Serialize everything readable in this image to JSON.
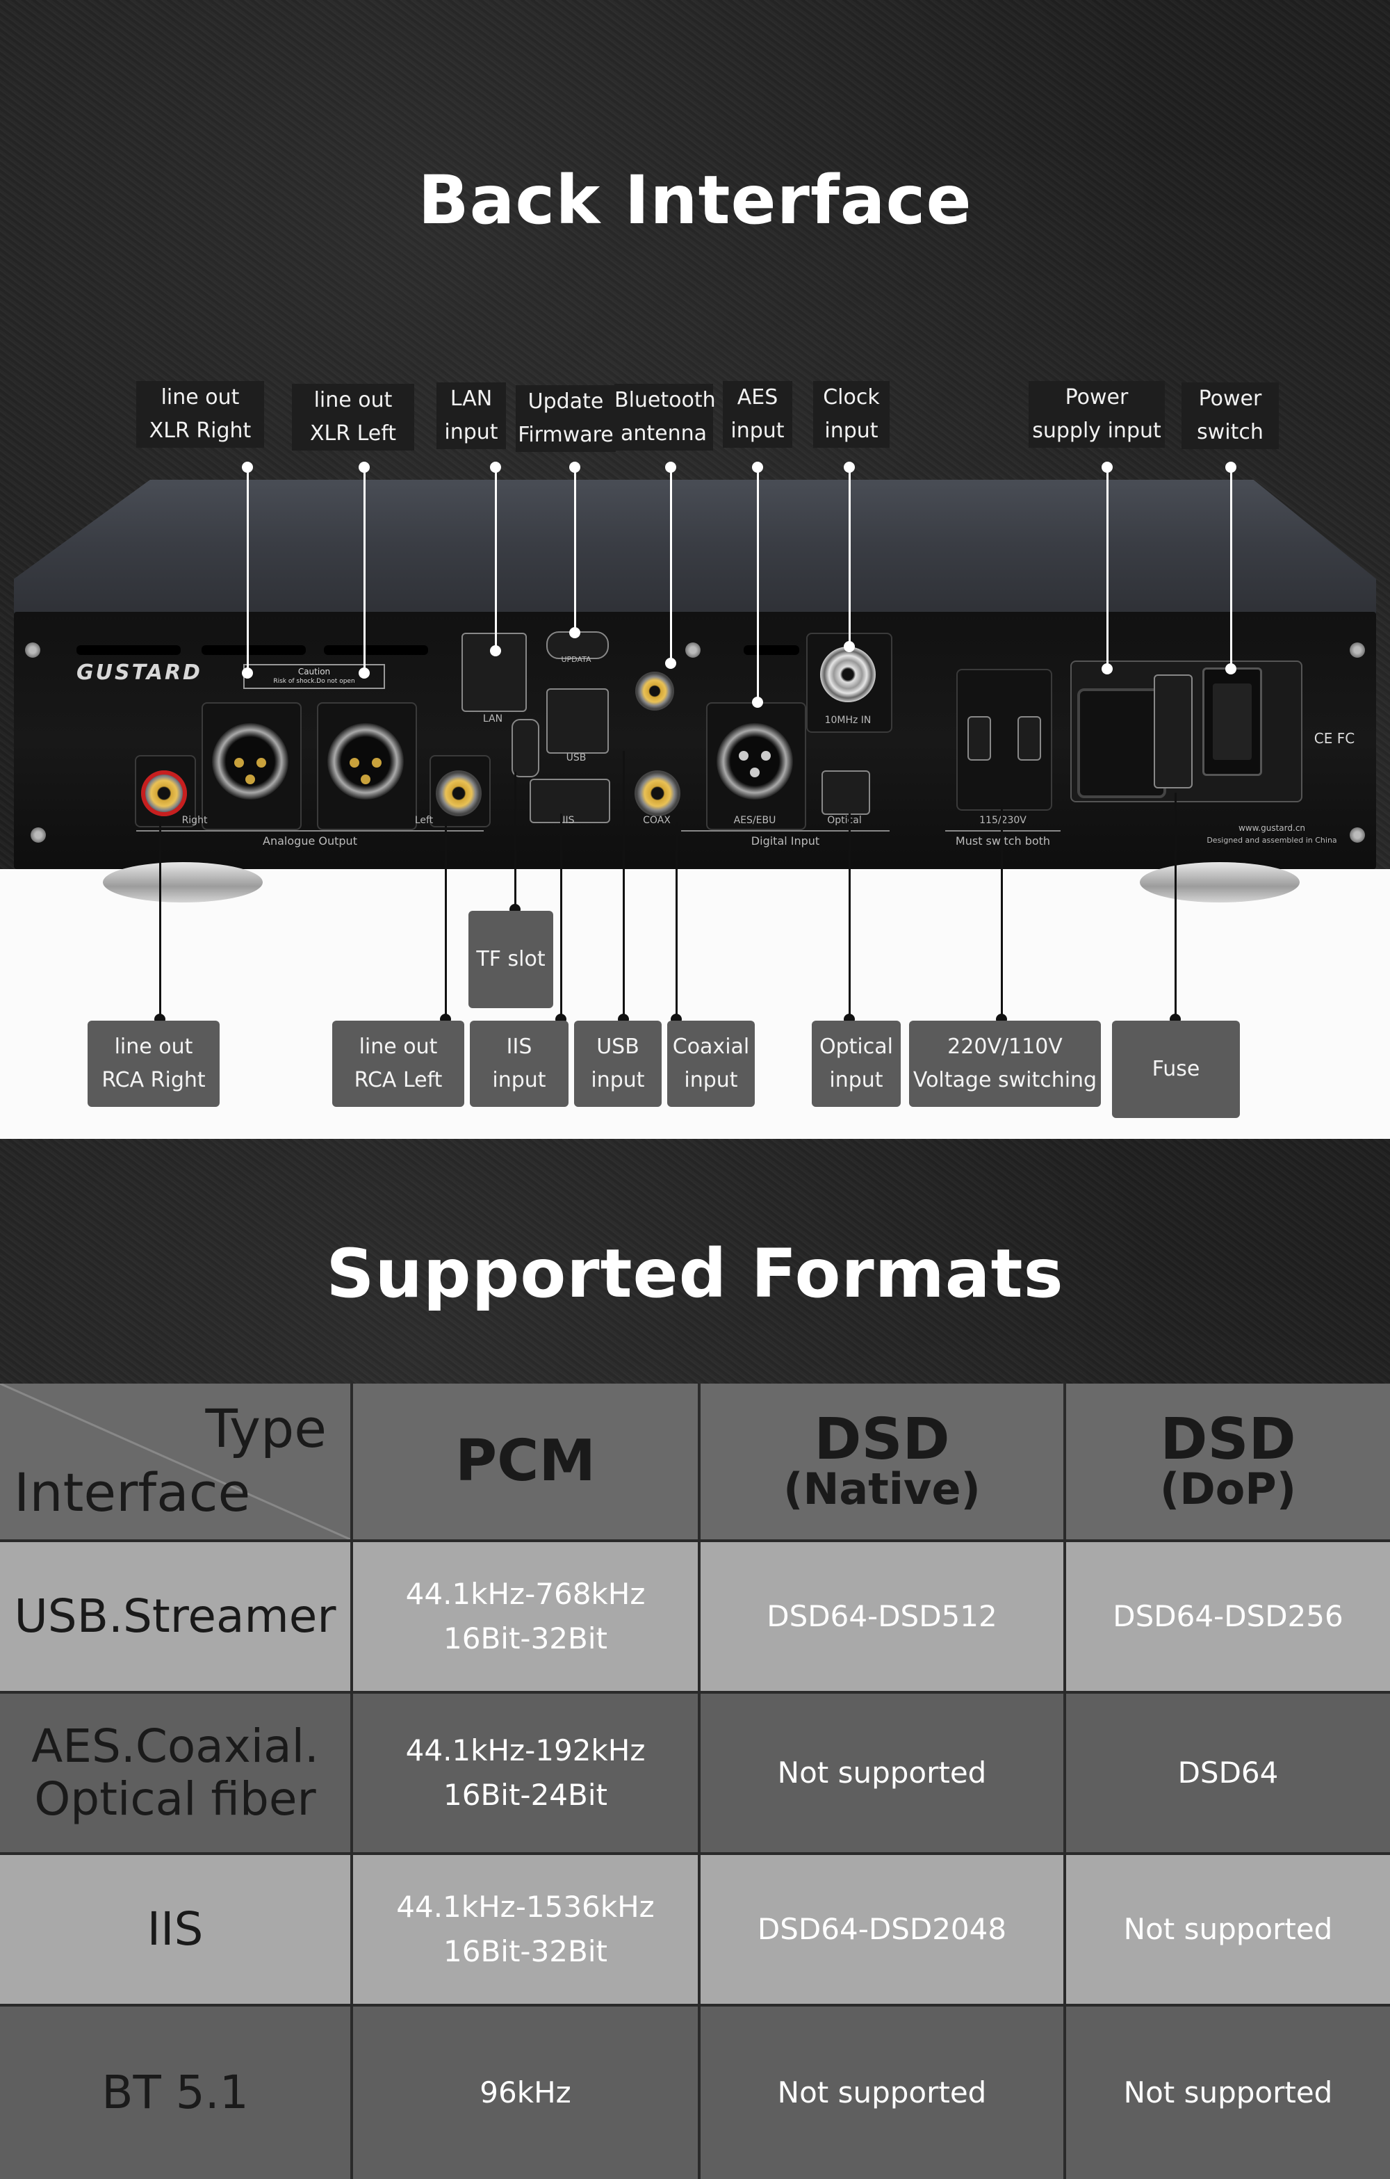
{
  "section1": {
    "title": "Back Interface"
  },
  "top_labels": [
    {
      "lines": [
        "line out",
        "XLR Right"
      ]
    },
    {
      "lines": [
        "line out",
        "XLR Left"
      ]
    },
    {
      "lines": [
        "LAN",
        "input"
      ]
    },
    {
      "lines": [
        "Update",
        "Firmware"
      ]
    },
    {
      "lines": [
        "Bluetooth",
        "antenna"
      ]
    },
    {
      "lines": [
        "AES",
        "input"
      ]
    },
    {
      "lines": [
        "Clock",
        "input"
      ]
    },
    {
      "lines": [
        "Power",
        "supply input"
      ]
    },
    {
      "lines": [
        "Power",
        "switch"
      ]
    }
  ],
  "bottom_labels": [
    {
      "lines": [
        "line out",
        "RCA Right"
      ]
    },
    {
      "lines": [
        "line out",
        "RCA Left"
      ]
    },
    {
      "lines": [
        "IIS",
        "input"
      ]
    },
    {
      "lines": [
        "USB",
        "input"
      ]
    },
    {
      "lines": [
        "Coaxial",
        "input"
      ]
    },
    {
      "lines": [
        "Optical",
        "input"
      ]
    },
    {
      "lines": [
        "220V/110V",
        "Voltage switching"
      ]
    },
    {
      "lines": [
        "Fuse"
      ]
    }
  ],
  "tf_slot_label": "TF slot",
  "device": {
    "brand": "GUSTARD",
    "caution": "Caution",
    "caution_sub": "Risk of shock.Do not open",
    "port_labels": {
      "right": "Right",
      "left": "Left",
      "analogue_output": "Analogue Output",
      "lan": "LAN",
      "updata": "UPDATA",
      "usb": "USB",
      "iis": "IIS",
      "coax": "COAX",
      "aes": "AES/EBU",
      "optical": "Optical",
      "digital_input": "Digital Input",
      "clock": "10MHz IN",
      "voltage": "115/230V",
      "must_switch": "Must switch both",
      "website": "www.gustard.cn",
      "made_in": "Designed and assembled in China",
      "certs": "CE FC"
    }
  },
  "section2": {
    "title": "Supported Formats"
  },
  "table": {
    "header": {
      "corner_type": "Type",
      "corner_interface": "Interface",
      "cols": [
        {
          "main": "PCM",
          "sub": ""
        },
        {
          "main": "DSD",
          "sub": "(Native)"
        },
        {
          "main": "DSD",
          "sub": "(DoP)"
        }
      ]
    },
    "rows": [
      {
        "name": [
          "USB.Streamer"
        ],
        "pcm": [
          "44.1kHz-768kHz",
          "16Bit-32Bit"
        ],
        "dsd_native": "DSD64-DSD512",
        "dsd_dop": "DSD64-DSD256"
      },
      {
        "name": [
          "AES.Coaxial.",
          "Optical fiber"
        ],
        "pcm": [
          "44.1kHz-192kHz",
          "16Bit-24Bit"
        ],
        "dsd_native": "Not supported",
        "dsd_dop": "DSD64"
      },
      {
        "name": [
          "IIS"
        ],
        "pcm": [
          "44.1kHz-1536kHz",
          "16Bit-32Bit"
        ],
        "dsd_native": "DSD64-DSD2048",
        "dsd_dop": "Not supported"
      },
      {
        "name": [
          "BT 5.1"
        ],
        "pcm": [
          "96kHz"
        ],
        "dsd_native": "Not supported",
        "dsd_dop": "Not supported"
      }
    ]
  }
}
